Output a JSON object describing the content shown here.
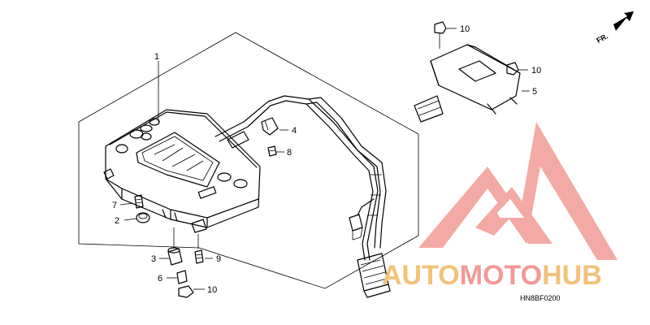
{
  "diagram": {
    "callouts": [
      {
        "id": "c1",
        "text": "1"
      },
      {
        "id": "c2",
        "text": "2"
      },
      {
        "id": "c3",
        "text": "3"
      },
      {
        "id": "c4",
        "text": "4"
      },
      {
        "id": "c5",
        "text": "5"
      },
      {
        "id": "c6",
        "text": "6"
      },
      {
        "id": "c7",
        "text": "7"
      },
      {
        "id": "c8",
        "text": "8"
      },
      {
        "id": "c9",
        "text": "9"
      },
      {
        "id": "c10a",
        "text": "10"
      },
      {
        "id": "c10b",
        "text": "10"
      },
      {
        "id": "c10c",
        "text": "10"
      }
    ],
    "direction_label": "FR.",
    "diagram_code": "HN8BF0200"
  },
  "watermark": {
    "text_part1": "AUTOMOTO",
    "text_part2": "HUB",
    "color_gold": "#F2C27A",
    "color_red": "#F29999",
    "color_pink": "#F4A6A0"
  }
}
